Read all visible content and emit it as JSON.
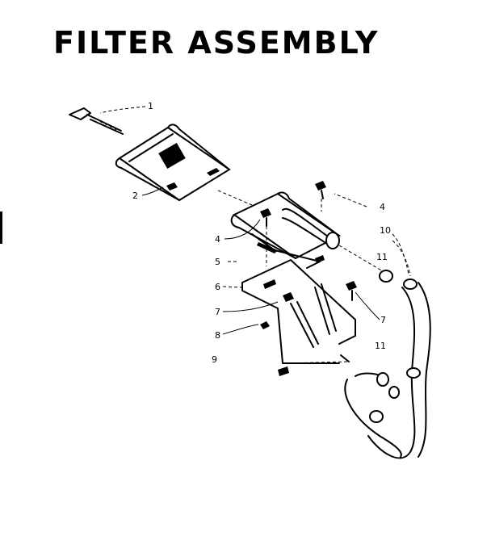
{
  "title": "FILTER ASSEMBLY",
  "callouts": [
    {
      "id": "c1",
      "text": "1"
    },
    {
      "id": "c2",
      "text": "2"
    },
    {
      "id": "c4a",
      "text": "4"
    },
    {
      "id": "c4b",
      "text": "4"
    },
    {
      "id": "c5",
      "text": "5"
    },
    {
      "id": "c6",
      "text": "6"
    },
    {
      "id": "c7a",
      "text": "7"
    },
    {
      "id": "c7b",
      "text": "7"
    },
    {
      "id": "c8",
      "text": "8"
    },
    {
      "id": "c9",
      "text": "9"
    },
    {
      "id": "c10",
      "text": "10"
    },
    {
      "id": "c11a",
      "text": "11"
    },
    {
      "id": "c11b",
      "text": "11"
    }
  ]
}
